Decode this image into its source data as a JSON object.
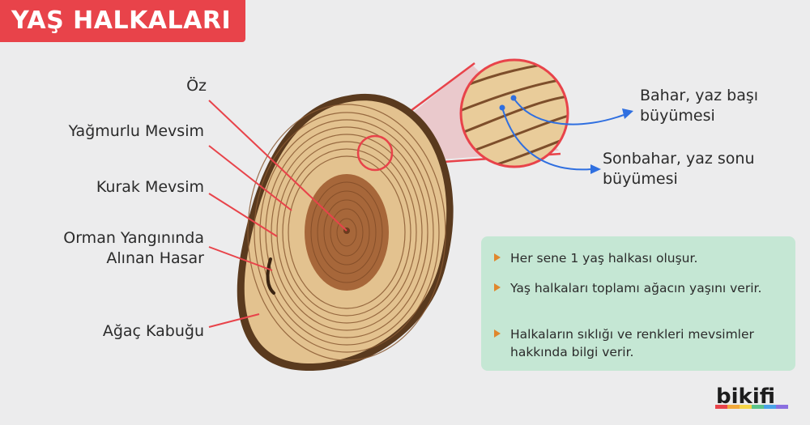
{
  "title": "YAŞ HALKALARI",
  "labels": {
    "oz": "Öz",
    "yagmurlu": "Yağmurlu Mevsim",
    "kurak": "Kurak Mevsim",
    "yangin_line1": "Orman Yangınında",
    "yangin_line2": "Alınan Hasar",
    "kabuk": "Ağaç Kabuğu"
  },
  "callouts": {
    "bahar_line1": "Bahar, yaz başı",
    "bahar_line2": "büyümesi",
    "sonbahar_line1": "Sonbahar, yaz sonu",
    "sonbahar_line2": "büyümesi"
  },
  "info": [
    "Her sene 1 yaş halkası oluşur.",
    "Yaş halkaları toplamı ağacın yaşını verir.",
    "Halkaların sıklığı ve renkleri mevsimler hakkında bilgi verir."
  ],
  "logo": "bikifi",
  "colors": {
    "accent_red": "#e8434a",
    "bark": "#5a3a1e",
    "wood_light": "#e3c28f",
    "heartwood": "#a7673a",
    "info_bg": "#c5e7d4",
    "bullet": "#e0872d",
    "arrow_blue": "#2f6fe0"
  }
}
